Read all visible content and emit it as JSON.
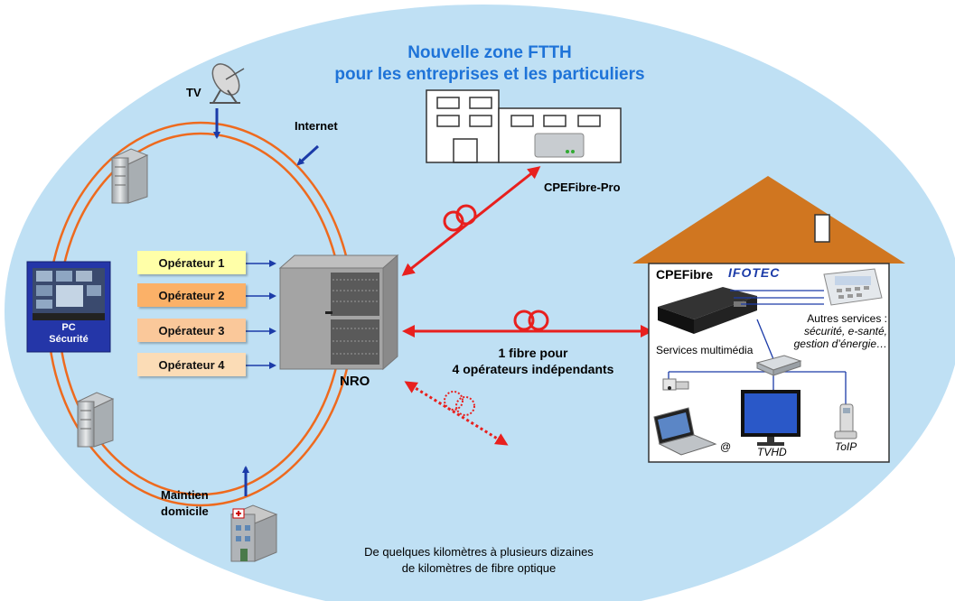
{
  "title": {
    "line1": "Nouvelle zone FTTH",
    "line2": "pour les entreprises et les particuliers"
  },
  "labels": {
    "tv": "TV",
    "internet": "Internet",
    "pc_line1": "PC",
    "pc_line2": "Sécurité",
    "nro": "NRO",
    "cpe_pro": "CPEFibre-Pro",
    "cpe": "CPEFibre",
    "brand_logo": "IFOTEC",
    "fibre_line1": "1 fibre pour",
    "fibre_line2": "4 opérateurs indépendants",
    "maintien_line1": "Maintien",
    "maintien_line2": "domicile",
    "autres_line1": "Autres services :",
    "autres_line2": "sécurité, e-santé,",
    "autres_line3": "gestion d’énergie…",
    "multimedia": "Services multimédia",
    "at": "@",
    "tvhd": "TVHD",
    "toip": "ToIP",
    "bottom_line1": "De quelques kilomètres à plusieurs dizaines",
    "bottom_line2": "de kilomètres de fibre optique"
  },
  "operators": [
    {
      "label": "Opérateur 1",
      "color": "#ffffa8"
    },
    {
      "label": "Opérateur 2",
      "color": "#fbb168"
    },
    {
      "label": "Opérateur 3",
      "color": "#fac89a"
    },
    {
      "label": "Opérateur 4",
      "color": "#fbdcb6"
    }
  ],
  "colors": {
    "zone": "#bfe0f4",
    "ring": "#ee6a1e",
    "fibre": "#e8201e",
    "title": "#1e73d8",
    "roof": "#d07620",
    "link": "#1b3ba8"
  },
  "icons": {
    "tv": "satellite-dish-icon",
    "server": "server-icon",
    "nro": "rack-cabinet-icon",
    "pc": "control-room-icon",
    "hospital": "hospital-building-icon",
    "cpe": "fiber-router-icon"
  }
}
